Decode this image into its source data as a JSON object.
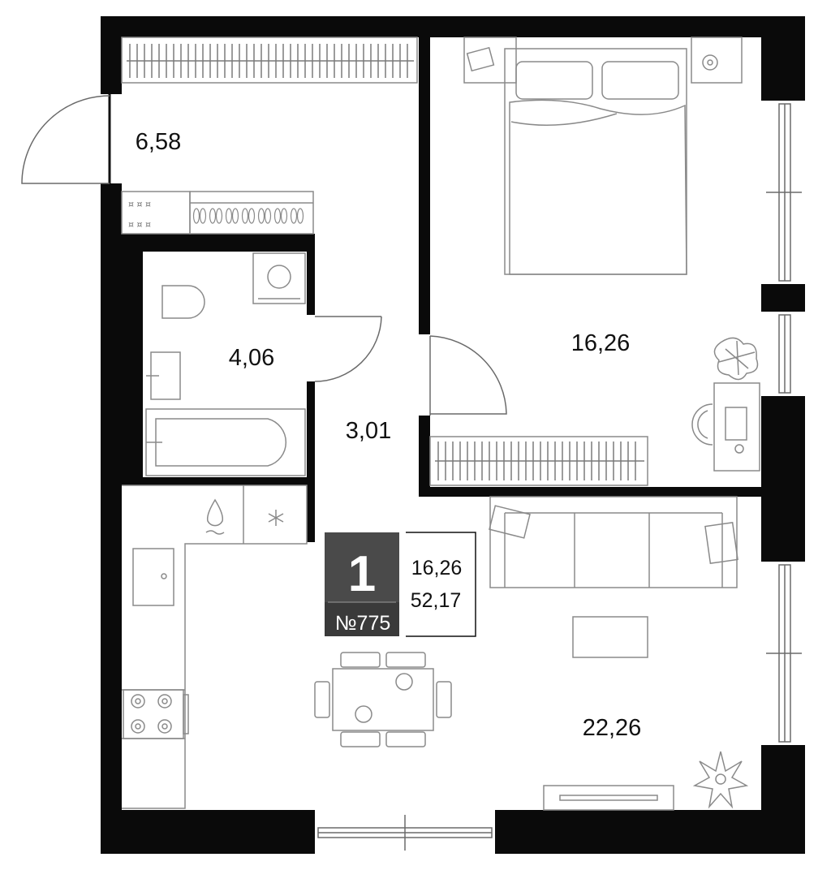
{
  "plan": {
    "rooms": [
      {
        "id": "hall",
        "area": "6,58"
      },
      {
        "id": "bathroom",
        "area": "4,06"
      },
      {
        "id": "corridor",
        "area": "3,01"
      },
      {
        "id": "bedroom",
        "area": "16,26"
      },
      {
        "id": "living-kitchen",
        "area": "22,26"
      }
    ],
    "info": {
      "rooms_count": "1",
      "apartment_number": "№775",
      "living_area": "16,26",
      "total_area": "52,17"
    }
  },
  "colors": {
    "wall": "#0a0a0a",
    "badge": "#4a4a4a",
    "badge_bottom": "#3a3a3a",
    "furniture_stroke": "#8a8a8a"
  },
  "icons": [
    "radiator-icon",
    "door-icon",
    "window-icon",
    "bed-icon",
    "toilet-icon",
    "bathtub-icon",
    "sink-icon",
    "washing-machine-icon",
    "stove-icon",
    "sofa-icon",
    "dining-table-icon",
    "plant-icon",
    "tv-icon",
    "desk-icon",
    "shoe-rack-icon",
    "water-drop-icon",
    "snowflake-icon"
  ]
}
